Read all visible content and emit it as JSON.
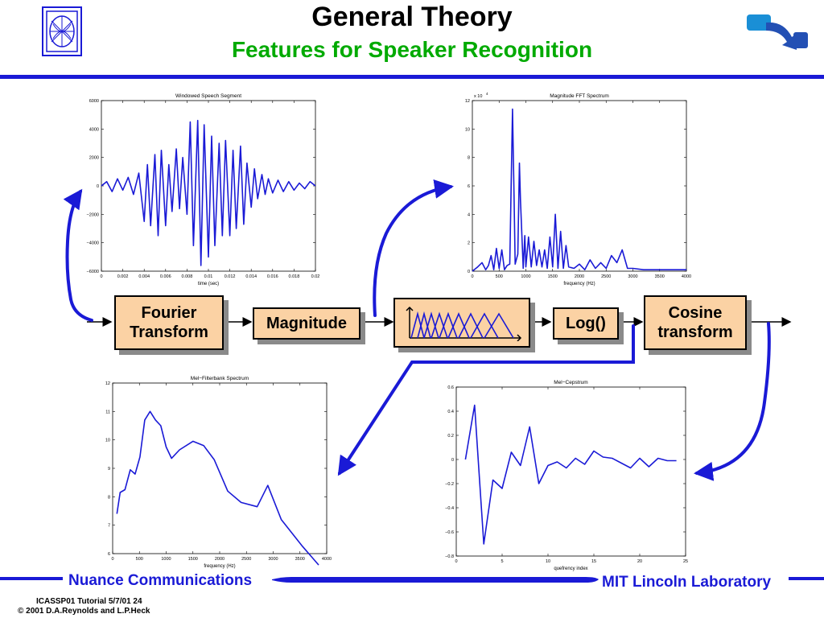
{
  "header": {
    "title": "General Theory",
    "subtitle": "Features for Speaker Recognition"
  },
  "pipeline": {
    "fourier_line1": "Fourier",
    "fourier_line2": "Transform",
    "magnitude": "Magnitude",
    "log": "Log()",
    "cosine_line1": "Cosine",
    "cosine_line2": "transform"
  },
  "footer": {
    "left_org": "Nuance Communications",
    "right_org": "MIT Lincoln Laboratory",
    "note_line1": "ICASSP01 Tutorial  5/7/01 24",
    "note_line2": "© 2001 D.A.Reynolds and L.P.Heck"
  },
  "colors": {
    "accent_blue": "#1a1ad6",
    "subtitle_green": "#00aa00",
    "box_fill": "#fbd2a4",
    "plot_line": "#1a1ad6"
  },
  "chart_data": [
    {
      "type": "line",
      "title": "Windowed Speech Segment",
      "xlabel": "time (sec)",
      "ylabel": "",
      "xlim": [
        0,
        0.02
      ],
      "ylim": [
        -6000,
        6000
      ],
      "xticks": [
        "0",
        "0.002",
        "0.004",
        "0.006",
        "0.008",
        "0.01",
        "0.012",
        "0.014",
        "0.016",
        "0.018",
        "0.02"
      ],
      "yticks": [
        "−6000",
        "−4000",
        "−2000",
        "0",
        "2000",
        "4000",
        "6000"
      ],
      "series": [
        {
          "x": [
            0,
            0.0005,
            0.001,
            0.0015,
            0.002,
            0.0025,
            0.003,
            0.0035,
            0.004,
            0.0043,
            0.0046,
            0.005,
            0.0053,
            0.0056,
            0.006,
            0.0063,
            0.0066,
            0.007,
            0.0073,
            0.0076,
            0.008,
            0.0083,
            0.0086,
            0.009,
            0.0093,
            0.0096,
            0.01,
            0.0103,
            0.0106,
            0.011,
            0.0113,
            0.0116,
            0.012,
            0.0123,
            0.0126,
            0.013,
            0.0133,
            0.0136,
            0.014,
            0.0143,
            0.0146,
            0.015,
            0.0153,
            0.0156,
            0.016,
            0.0165,
            0.017,
            0.0175,
            0.018,
            0.0185,
            0.019,
            0.0195,
            0.02
          ],
          "y": [
            0,
            300,
            -400,
            500,
            -300,
            600,
            -600,
            900,
            -2500,
            1500,
            -2800,
            2200,
            -3500,
            2500,
            -2800,
            1500,
            -1800,
            2600,
            -1600,
            2000,
            -2000,
            4500,
            -4200,
            4600,
            -5600,
            4300,
            -5000,
            3500,
            -4200,
            3000,
            -3500,
            3200,
            -3500,
            2500,
            -3000,
            2800,
            -2700,
            1600,
            -1500,
            1200,
            -900,
            800,
            -600,
            500,
            -500,
            400,
            -400,
            300,
            -300,
            200,
            -200,
            300,
            0
          ]
        }
      ]
    },
    {
      "type": "line",
      "title": "Magnitude FFT Spectrum",
      "xlabel": "frequency (Hz)",
      "ylabel": "",
      "scale_note": "x 10",
      "scale_exp": "4",
      "xlim": [
        0,
        4000
      ],
      "ylim": [
        0,
        12
      ],
      "xticks": [
        "0",
        "500",
        "1000",
        "1500",
        "2000",
        "2500",
        "3000",
        "3500",
        "4000"
      ],
      "yticks": [
        "0",
        "2",
        "4",
        "6",
        "8",
        "10",
        "12"
      ],
      "series": [
        {
          "x": [
            0,
            100,
            180,
            250,
            300,
            350,
            400,
            450,
            500,
            550,
            600,
            650,
            700,
            720,
            750,
            780,
            800,
            850,
            880,
            900,
            950,
            980,
            1000,
            1050,
            1100,
            1150,
            1200,
            1250,
            1300,
            1350,
            1400,
            1450,
            1500,
            1550,
            1600,
            1650,
            1700,
            1750,
            1800,
            1900,
            2000,
            2100,
            2200,
            2300,
            2400,
            2500,
            2600,
            2700,
            2800,
            2900,
            3000,
            3200,
            3400,
            3600,
            3800,
            4000
          ],
          "y": [
            0,
            0.3,
            0.6,
            0.1,
            0.4,
            1.1,
            0.1,
            1.6,
            0.2,
            1.5,
            0.1,
            0.4,
            0.5,
            5,
            11.4,
            5,
            0.5,
            1.2,
            7.6,
            5,
            0.2,
            2.5,
            0.3,
            2.4,
            0.3,
            2.1,
            0.4,
            1.5,
            0.3,
            1.5,
            0.2,
            2.4,
            0.3,
            4,
            0.2,
            2.8,
            0.2,
            1.8,
            0.3,
            0.2,
            0.5,
            0.1,
            0.8,
            0.2,
            0.6,
            0.2,
            1.1,
            0.6,
            1.5,
            0.2,
            0.2,
            0.1,
            0.1,
            0.1,
            0.1,
            0.1
          ]
        }
      ]
    },
    {
      "type": "line",
      "title": "Mel−Filterbank Spectrum",
      "xlabel": "frequency (Hz)",
      "ylabel": "",
      "xlim": [
        0,
        4000
      ],
      "ylim": [
        6,
        12
      ],
      "xticks": [
        "0",
        "500",
        "1000",
        "1500",
        "2000",
        "2500",
        "3000",
        "3500",
        "4000"
      ],
      "yticks": [
        "6",
        "7",
        "8",
        "9",
        "10",
        "11",
        "12"
      ],
      "series": [
        {
          "x": [
            80,
            140,
            230,
            330,
            420,
            510,
            600,
            700,
            800,
            900,
            1000,
            1100,
            1250,
            1500,
            1700,
            1900,
            2150,
            2400,
            2700,
            2900,
            3150,
            3550,
            3850
          ],
          "y": [
            7.4,
            8.15,
            8.25,
            8.95,
            8.8,
            9.4,
            10.7,
            11,
            10.7,
            10.5,
            9.75,
            9.35,
            9.65,
            9.95,
            9.8,
            9.3,
            8.2,
            7.8,
            7.65,
            8.4,
            7.2,
            6.25,
            5.6
          ]
        }
      ]
    },
    {
      "type": "line",
      "title": "Mel−Cepstrum",
      "xlabel": "quefrency index",
      "ylabel": "",
      "xlim": [
        0,
        25
      ],
      "ylim": [
        -0.8,
        0.6
      ],
      "xticks": [
        "0",
        "5",
        "10",
        "15",
        "20",
        "25"
      ],
      "yticks": [
        "−0.8",
        "−0.6",
        "−0.4",
        "−0.2",
        "0",
        "0.2",
        "0.4",
        "0.6"
      ],
      "series": [
        {
          "x": [
            1,
            2,
            3,
            4,
            5,
            6,
            7,
            8,
            9,
            10,
            11,
            12,
            13,
            14,
            15,
            16,
            17,
            18,
            19,
            20,
            21,
            22,
            23,
            24
          ],
          "y": [
            0,
            0.45,
            -0.7,
            -0.17,
            -0.24,
            0.06,
            -0.05,
            0.27,
            -0.2,
            -0.05,
            -0.02,
            -0.07,
            0.01,
            -0.04,
            0.07,
            0.02,
            0.01,
            -0.03,
            -0.07,
            0.01,
            -0.06,
            0.01,
            -0.01,
            -0.01
          ]
        }
      ]
    }
  ]
}
